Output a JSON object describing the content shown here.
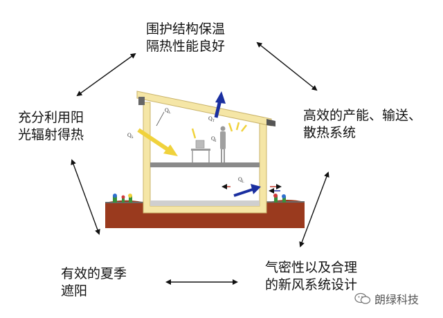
{
  "labels": {
    "top": [
      "围护结构保温",
      "隔热性能良好"
    ],
    "left": [
      "充分利用阳",
      "光辐射得热"
    ],
    "right": [
      "高效的产能、输送、",
      "散热系统"
    ],
    "bottom_left": [
      "有效的夏季",
      "遮阳"
    ],
    "bottom_right": [
      "气密性以及合理",
      "的新风系统设计"
    ]
  },
  "house_labels": {
    "ql_top": "Q",
    "ql_top_sub": "L",
    "qs": "Q",
    "qs_sub": "S",
    "qt": "Q",
    "qt_sub": "T",
    "qi": "Q",
    "qi_sub": "I",
    "ql_lower": "Q",
    "ql_lower_sub": "L"
  },
  "watermark": "朗绿科技",
  "colors": {
    "wall": "#f5e6a6",
    "wall_stroke": "#c9b36a",
    "ground": "#9a3a1e",
    "arrow_blue": "#1a2fa0",
    "arrow_yellow": "#f0d23c",
    "floor": "#8a8a8a"
  }
}
